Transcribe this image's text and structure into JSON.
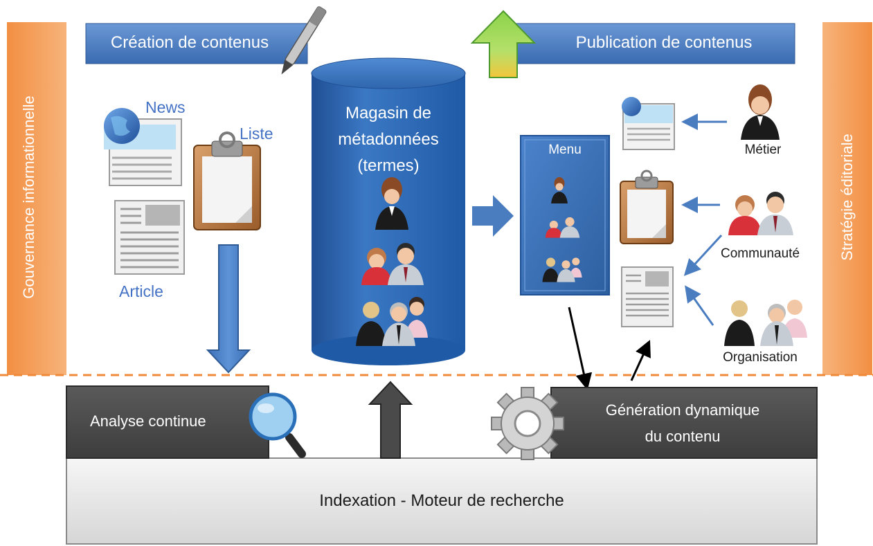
{
  "banners": {
    "creation": "Création de contenus",
    "publication": "Publication de contenus"
  },
  "side_bars": {
    "left": "Gouvernance informationnelle",
    "right": "Stratégie éditoriale"
  },
  "content_types": {
    "news": "News",
    "liste": "Liste",
    "article": "Article"
  },
  "store": {
    "line1": "Magasin de",
    "line2": "métadonnées",
    "line3": "(termes)"
  },
  "menu": {
    "title": "Menu"
  },
  "audiences": {
    "metier": "Métier",
    "communaute": "Communauté",
    "organisation": "Organisation"
  },
  "bottom": {
    "analyse": "Analyse continue",
    "generation_line1": "Génération dynamique",
    "generation_line2": "du contenu",
    "indexation": "Indexation - Moteur de recherche"
  },
  "colors": {
    "banner_blue": "#4a7cc0",
    "side_orange": "#f4a15c",
    "cylinder_blue": "#2e67b0",
    "dark_box": "#4d4d4d",
    "label_blue": "#4472c4",
    "dashed_line": "#ef8a3a"
  }
}
